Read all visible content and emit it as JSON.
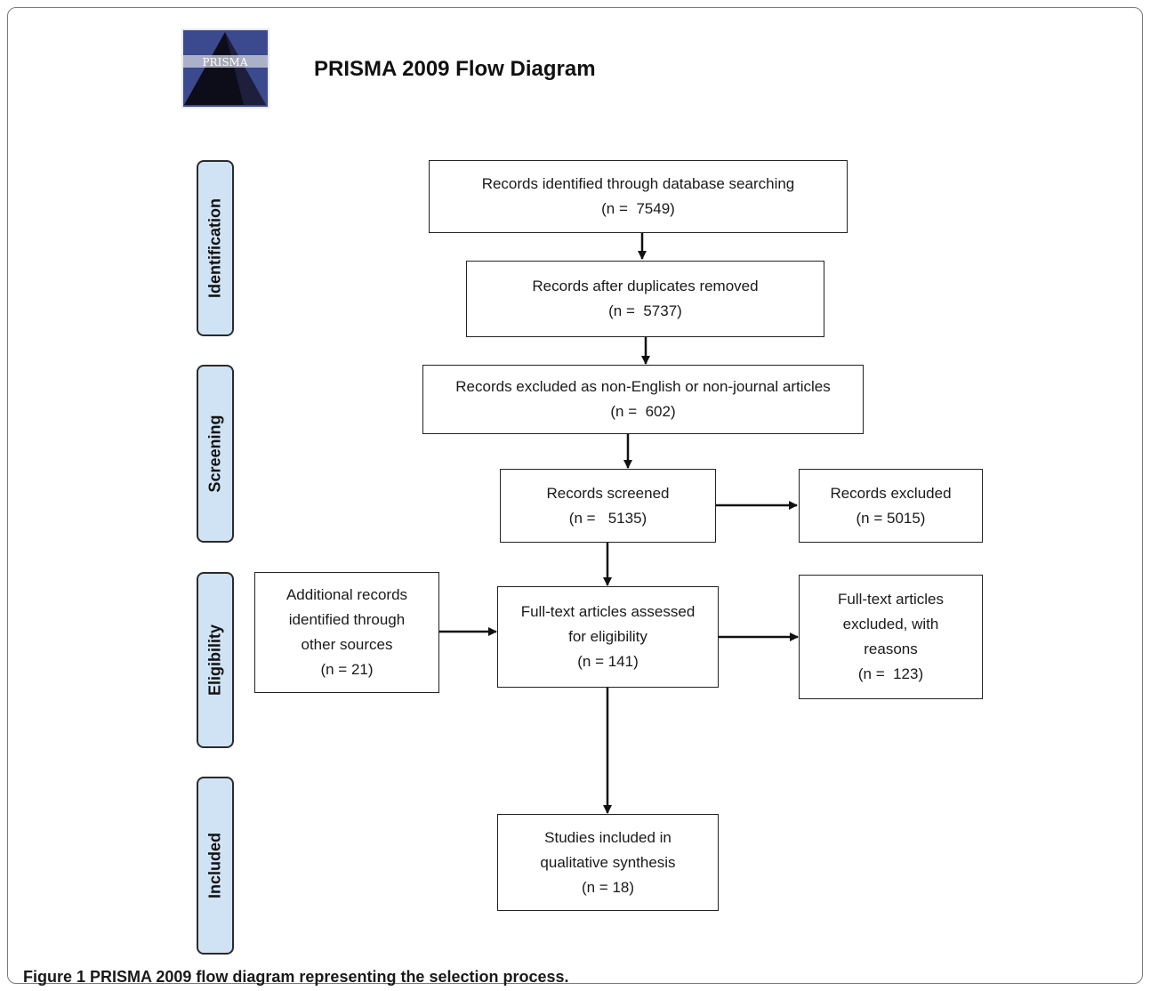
{
  "title": "PRISMA 2009 Flow Diagram",
  "logo": {
    "icon": "prisma-logo-icon",
    "text": "PRISMA"
  },
  "phases": {
    "identification": "Identification",
    "screening": "Screening",
    "eligibility": "Eligibility",
    "included": "Included"
  },
  "boxes": {
    "identified": {
      "line1": "Records identified through database searching",
      "line2": "(n =  7549)"
    },
    "after_duplicates": {
      "line1": "Records after duplicates removed",
      "line2": "(n =  5737)"
    },
    "excluded_language": {
      "line1": "Records excluded as non-English or non-journal articles",
      "line2": "(n =  602)"
    },
    "screened": {
      "line1": "Records screened",
      "line2": "(n =   5135)"
    },
    "excluded": {
      "line1": "Records excluded",
      "line2": "(n = 5015)"
    },
    "additional": {
      "line1": "Additional records",
      "line2": "identified through",
      "line3": "other sources",
      "line4": "(n = 21)"
    },
    "fulltext": {
      "line1": "Full-text articles assessed",
      "line2": "for eligibility",
      "line3": "(n = 141)"
    },
    "fulltext_excluded": {
      "line1": "Full-text articles",
      "line2": "excluded, with",
      "line3": "reasons",
      "line4": "(n =  123)"
    },
    "included": {
      "line1": "Studies included in",
      "line2": "qualitative synthesis",
      "line3": "(n = 18)"
    }
  },
  "caption": {
    "label": "Figure 1",
    "text": " PRISMA 2009 flow diagram representing the selection process."
  },
  "colors": {
    "phase_fill": "#cfe3f4",
    "border": "#222222"
  }
}
